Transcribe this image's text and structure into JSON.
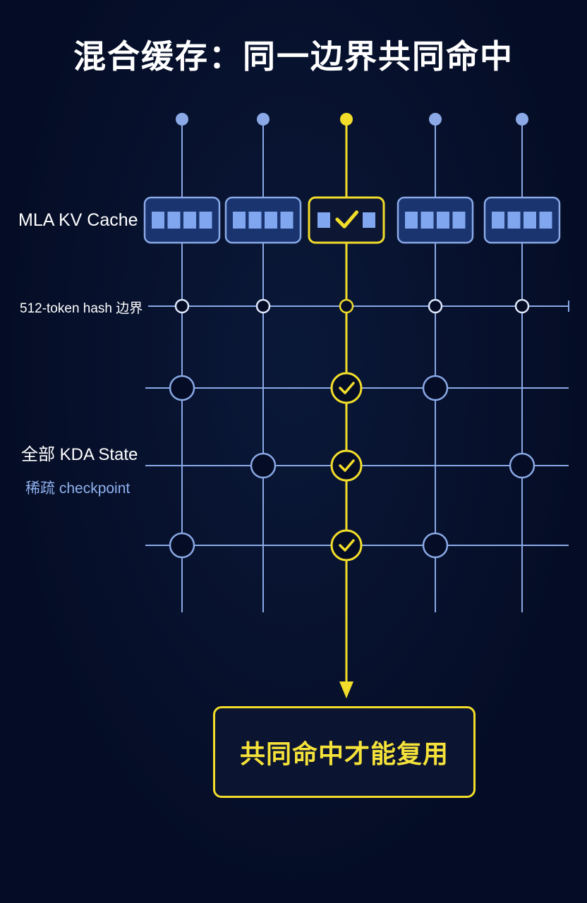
{
  "title": "混合缓存：同一边界共同命中",
  "labels": {
    "mla_kv_cache": "MLA KV Cache",
    "hash_boundary": "512-token hash 边界",
    "kda_state": "全部 KDA State",
    "sparse_checkpoint": "稀疏 checkpoint"
  },
  "result": {
    "text": "共同命中才能复用"
  },
  "colors": {
    "background": "#050d26",
    "line_blue": "#8aa9e6",
    "highlight_yellow": "#f2dd2a",
    "cache_fill": "#1a3470",
    "block_fill": "#7fa6ee",
    "text_white": "#ffffff",
    "text_blue": "#8fb1ee"
  },
  "diagram": {
    "columns": [
      {
        "id": "col-1",
        "highlighted": false
      },
      {
        "id": "col-2",
        "highlighted": false
      },
      {
        "id": "col-3",
        "highlighted": true
      },
      {
        "id": "col-4",
        "highlighted": false
      },
      {
        "id": "col-5",
        "highlighted": false
      }
    ],
    "cache_blocks": [
      {
        "column": 1,
        "state": "blocks"
      },
      {
        "column": 2,
        "state": "blocks"
      },
      {
        "column": 3,
        "state": "hit"
      },
      {
        "column": 4,
        "state": "blocks"
      },
      {
        "column": 5,
        "state": "blocks"
      }
    ],
    "kda_checkpoints": [
      {
        "row": 1,
        "columns": [
          1,
          3,
          4
        ],
        "hit_column": 3
      },
      {
        "row": 2,
        "columns": [
          2,
          3,
          5
        ],
        "hit_column": 3
      },
      {
        "row": 3,
        "columns": [
          1,
          3,
          4
        ],
        "hit_column": 3
      }
    ],
    "hash_boundary_marks": [
      1,
      2,
      3,
      4,
      5
    ],
    "check_icon": "check-icon"
  }
}
